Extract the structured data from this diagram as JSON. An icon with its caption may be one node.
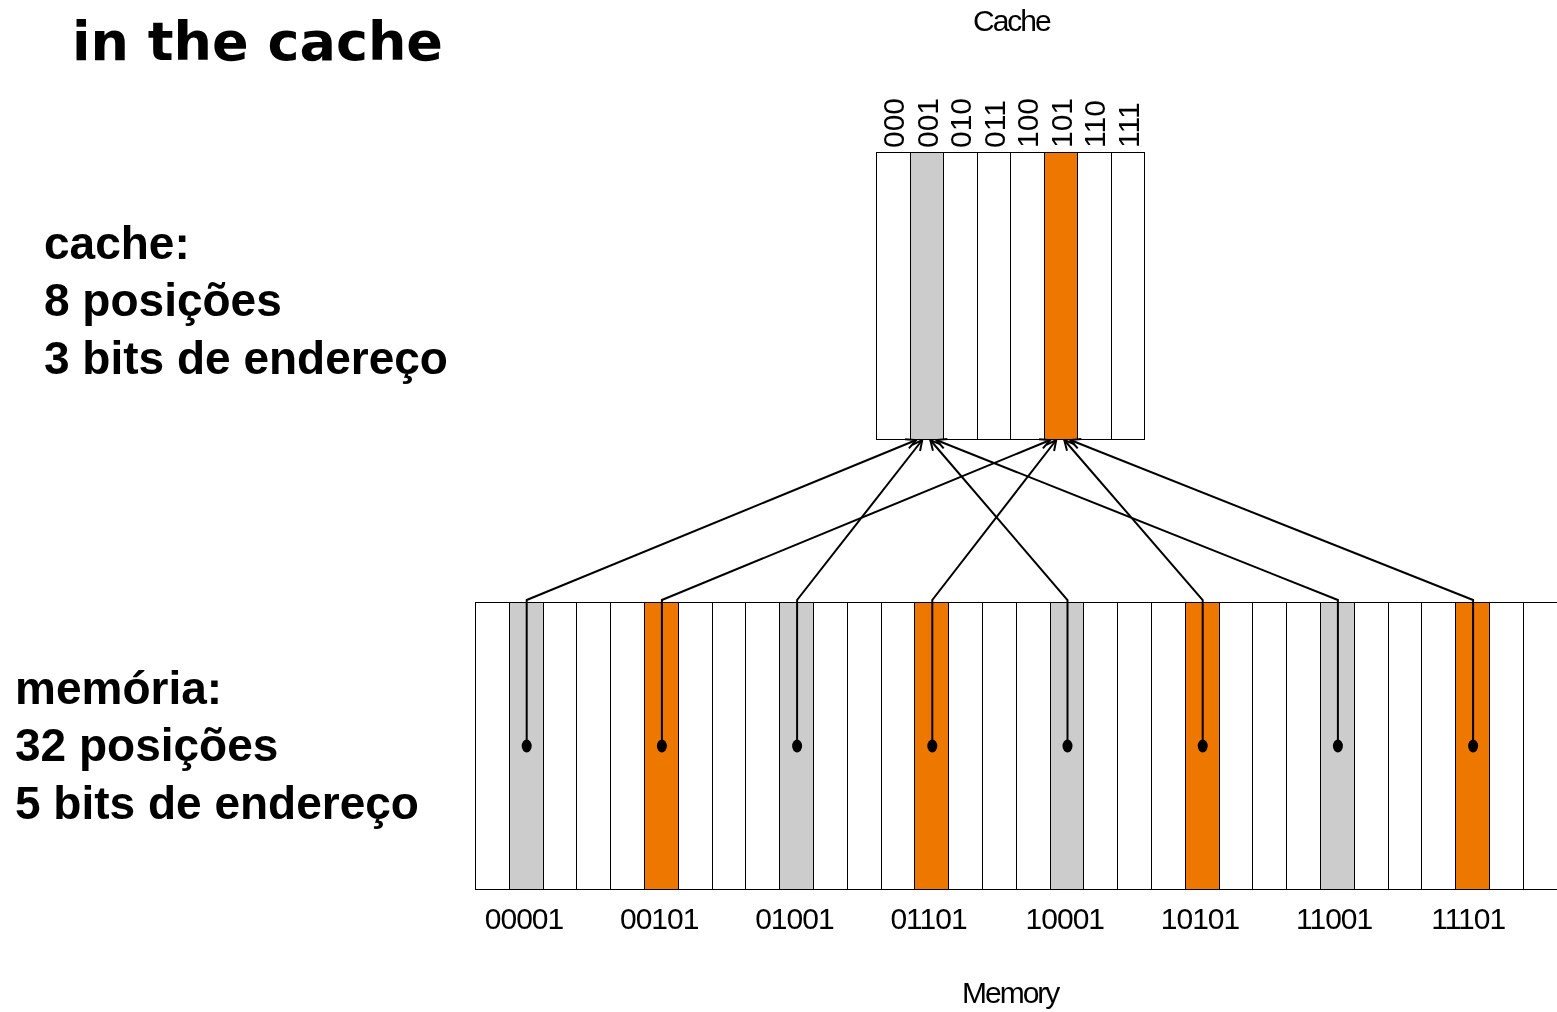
{
  "diagram": {
    "title": "in the cache",
    "nodes": [
      {
        "text": [
          "Cache"
        ]
      },
      {
        "text": [
          "000"
        ],
        "in": 0
      },
      {
        "text": [
          "001"
        ],
        "in": 0
      },
      {
        "text": [
          "010"
        ],
        "in": 0
      },
      {
        "text": [
          "011"
        ],
        "in": 0
      },
      {
        "text": [
          "100"
        ],
        "in": 0
      },
      {
        "text": [
          "101"
        ],
        "in": 0
      },
      {
        "text": [
          "110"
        ],
        "in": 0
      },
      {
        "text": [
          "111"
        ],
        "in": 0
      },
      {
        "text": [
          "Memory"
        ]
      },
      {
        "text": [],
        "shape": "box",
        "in": 9
      },
      {
        "text": [
          "00001"
        ],
        "in": 9
      },
      {
        "text": [],
        "shape": "box",
        "in": 9
      },
      {
        "text": [],
        "shape": "box",
        "in": 9
      },
      {
        "text": [],
        "shape": "box",
        "in": 9
      },
      {
        "text": [
          "00101"
        ],
        "in": 9
      },
      {
        "text": [],
        "shape": "box",
        "in": 9
      },
      {
        "text": [],
        "shape": "box",
        "in": 9
      },
      {
        "text": [],
        "shape": "box",
        "in": 9
      },
      {
        "text": [
          "01001"
        ],
        "in": 9
      },
      {
        "text": [],
        "shape": "box",
        "in": 9
      },
      {
        "text": [],
        "shape": "box",
        "in": 9
      },
      {
        "text": [],
        "shape": "box",
        "in": 9
      },
      {
        "text": [
          "01101"
        ],
        "in": 9
      },
      {
        "text": [],
        "shape": "box",
        "in": 9
      },
      {
        "text": [],
        "shape": "box",
        "in": 9
      },
      {
        "text": [],
        "shape": "box",
        "in": 9
      },
      {
        "text": [
          "10001"
        ],
        "in": 9
      },
      {
        "text": [],
        "shape": "box",
        "in": 9
      },
      {
        "text": [],
        "shape": "box",
        "in": 9
      },
      {
        "text": [],
        "shape": "box",
        "in": 9
      },
      {
        "text": [
          "10101"
        ],
        "in": 9
      },
      {
        "text": [],
        "shape": "box",
        "in": 9
      },
      {
        "text": [],
        "shape": "box",
        "in": 9
      },
      {
        "text": [],
        "shape": "box",
        "in": 9
      },
      {
        "text": [
          "11001"
        ],
        "in": 9
      },
      {
        "text": [],
        "shape": "box",
        "in": 9
      },
      {
        "text": [],
        "shape": "box",
        "in": 9
      },
      {
        "text": [],
        "shape": "box",
        "in": 9
      },
      {
        "text": [
          "11101"
        ],
        "in": 9
      },
      {
        "text": [],
        "shape": "box",
        "in": 9
      },
      {
        "text": [],
        "shape": "box",
        "in": 9
      }
    ],
    "edges": [
      {
        "from": 11,
        "to": 2,
        "arrow": "to"
      },
      {
        "from": 15,
        "to": 6,
        "arrow": "to"
      },
      {
        "from": 19,
        "to": 2,
        "arrow": "to"
      },
      {
        "from": 23,
        "to": 6,
        "arrow": "to"
      },
      {
        "from": 27,
        "to": 2,
        "arrow": "to"
      },
      {
        "from": 31,
        "to": 6,
        "arrow": "to"
      },
      {
        "from": 35,
        "to": 2,
        "arrow": "to"
      },
      {
        "from": 39,
        "to": 6,
        "arrow": "to"
      }
    ],
    "labels": [
      "cache:",
      "8 posições",
      "3 bits de endereço",
      "memória:",
      "32 posições",
      "5 bits de endereço"
    ]
  }
}
